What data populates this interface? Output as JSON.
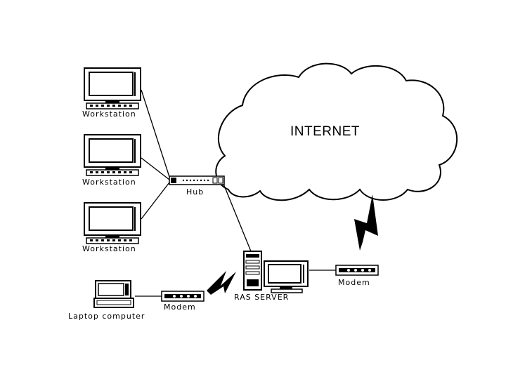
{
  "diagram": {
    "cloud_label": "INTERNET",
    "workstations": [
      {
        "label": "Workstation"
      },
      {
        "label": "Workstation"
      },
      {
        "label": "Workstation"
      }
    ],
    "hub_label": "Hub",
    "server_label": "RAS SERVER",
    "modem_right_label": "Modem",
    "modem_left_label": "Modem",
    "laptop_label": "Laptop computer",
    "colors": {
      "ink": "#000000",
      "background": "#ffffff"
    }
  }
}
